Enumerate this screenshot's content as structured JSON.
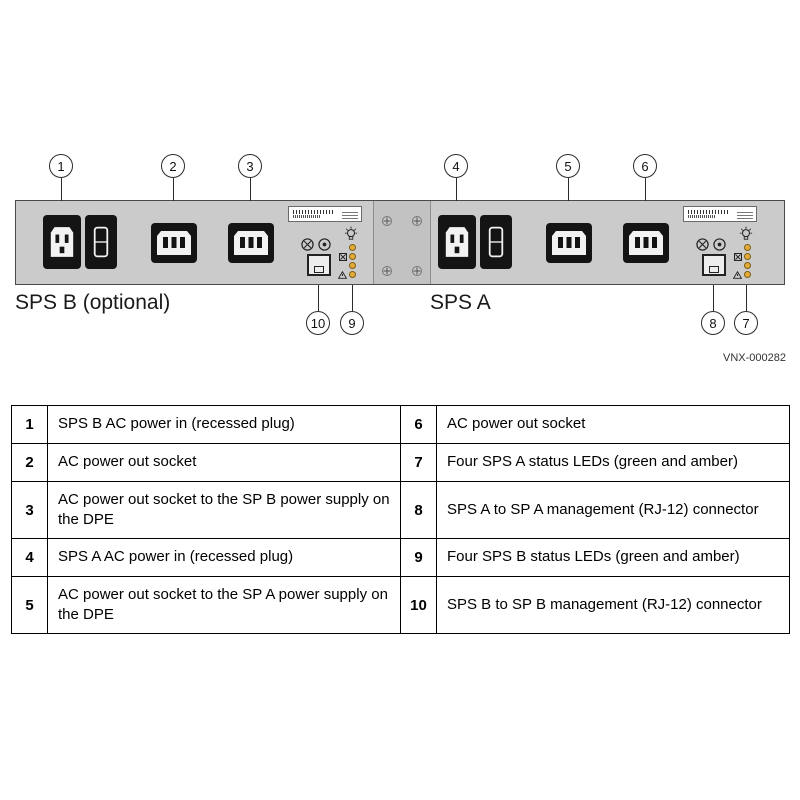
{
  "figure": {
    "label_sps_b": "SPS B (optional)",
    "label_sps_a": "SPS A",
    "figure_id": "VNX-000282",
    "callouts_top": [
      "1",
      "2",
      "3",
      "4",
      "5",
      "6"
    ],
    "callouts_bottom": [
      "10",
      "9",
      "8",
      "7"
    ]
  },
  "legend": {
    "rows": [
      {
        "left": {
          "num": "1",
          "desc": "SPS B AC power in (recessed plug)"
        },
        "right": {
          "num": "6",
          "desc": "AC power out socket"
        }
      },
      {
        "left": {
          "num": "2",
          "desc": "AC power out socket"
        },
        "right": {
          "num": "7",
          "desc": "Four SPS A status LEDs (green and amber)"
        }
      },
      {
        "left": {
          "num": "3",
          "desc": "AC power out socket to the SP B power supply on the DPE"
        },
        "right": {
          "num": "8",
          "desc": "SPS A to SP A management (RJ-12) connector"
        }
      },
      {
        "left": {
          "num": "4",
          "desc": "SPS A AC power in (recessed plug)"
        },
        "right": {
          "num": "9",
          "desc": "Four SPS B status LEDs (green and amber)"
        }
      },
      {
        "left": {
          "num": "5",
          "desc": "AC power out socket to the SP A power supply on the DPE"
        },
        "right": {
          "num": "10",
          "desc": "SPS B to SP B management (RJ-12) connector"
        }
      }
    ]
  },
  "colors": {
    "panel_gray": "#cbcbcb",
    "component_black": "#141414",
    "led_amber": "#e3ac3a",
    "led_green": "#86a23c",
    "callout_line": "#2b2b2b"
  },
  "icons": {
    "circle_x": "circle-x-icon",
    "circle_dot": "circle-dot-icon",
    "bulb": "bulb-icon",
    "square_x": "square-x-icon",
    "warning_triangle": "warning-triangle-icon",
    "screw": "screw-icon"
  }
}
